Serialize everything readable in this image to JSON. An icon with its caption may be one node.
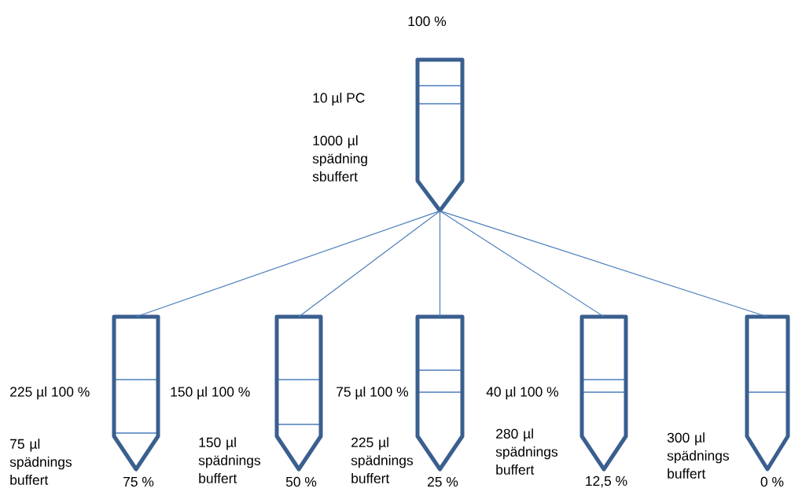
{
  "diagram": {
    "nodes": [
      {
        "text": [],
        "shape": "tube",
        "beside": [
          "100 %",
          "10 µl PC",
          "1000 µl spädning sbuffert"
        ]
      },
      {
        "text": [],
        "shape": "tube",
        "beside": [
          "75 µl spädnings buffert",
          "75 %"
        ]
      },
      {
        "text": [],
        "shape": "tube",
        "beside": [
          "150 µl spädnings buffert",
          "50 %"
        ]
      },
      {
        "text": [],
        "shape": "tube",
        "beside": [
          "225 µl spädnings buffert",
          "25 %"
        ]
      },
      {
        "text": [],
        "shape": "tube",
        "beside": [
          "280 µl spädnings buffert",
          "12,5 %"
        ]
      },
      {
        "text": [],
        "shape": "tube",
        "beside": [
          "300 µl spädnings buffert",
          "0 %"
        ]
      }
    ],
    "edges": [
      {
        "from": 0,
        "to": 1,
        "arrow": "none"
      },
      {
        "from": 0,
        "to": 2,
        "arrow": "none"
      },
      {
        "from": 0,
        "to": 3,
        "arrow": "none"
      },
      {
        "from": 0,
        "to": 4,
        "arrow": "none"
      },
      {
        "from": 0,
        "to": 5,
        "arrow": "none"
      }
    ],
    "labels": [
      "225 µl 100 %",
      "150 µl 100 %",
      "75 µl 100 %",
      "40 µl 100 %"
    ]
  }
}
